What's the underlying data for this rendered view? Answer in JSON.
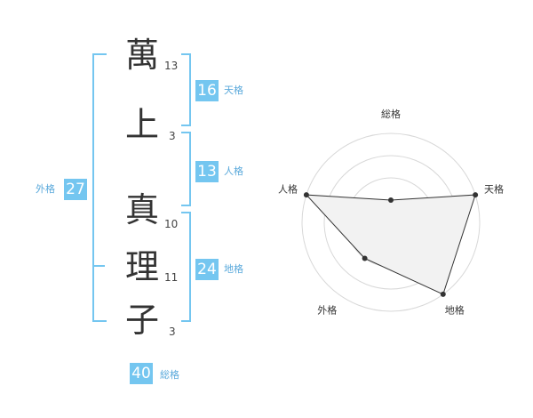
{
  "name_chars": [
    {
      "char": "萬",
      "strokes": "13"
    },
    {
      "char": "上",
      "strokes": "3"
    },
    {
      "char": "真",
      "strokes": "10"
    },
    {
      "char": "理",
      "strokes": "11"
    },
    {
      "char": "子",
      "strokes": "3"
    }
  ],
  "kaku": {
    "tenkaku": {
      "value": "16",
      "label": "天格"
    },
    "jinkaku": {
      "value": "13",
      "label": "人格"
    },
    "chikaku": {
      "value": "24",
      "label": "地格"
    },
    "gaikaku": {
      "value": "27",
      "label": "外格"
    },
    "soukaku": {
      "value": "40",
      "label": "総格"
    }
  },
  "colors": {
    "accent": "#74c6f0",
    "text": "#333333"
  },
  "chart_data": {
    "type": "radar",
    "axes": [
      "総格",
      "天格",
      "地格",
      "外格",
      "人格"
    ],
    "values": [
      1,
      4,
      4,
      2,
      4
    ],
    "max": 4,
    "rings": 4
  }
}
